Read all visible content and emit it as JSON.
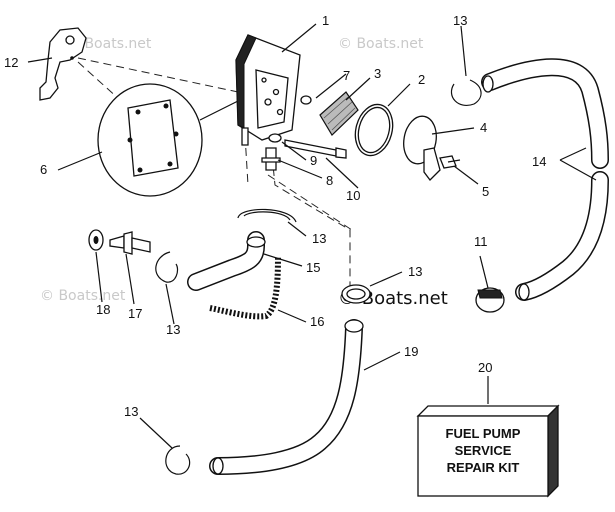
{
  "watermarks": {
    "top_left": "© Boats.net",
    "top_right": "© Boats.net",
    "mid_left": "© Boats.net",
    "center": "© Boats.net"
  },
  "callouts": {
    "p1": "1",
    "p2": "2",
    "p3": "3",
    "p4": "4",
    "p5": "5",
    "p6": "6",
    "p7": "7",
    "p8": "8",
    "p9": "9",
    "p10": "10",
    "p11": "11",
    "p12": "12",
    "p13a": "13",
    "p13b": "13",
    "p13c": "13",
    "p13d": "13",
    "p13e": "13",
    "p14": "14",
    "p15": "15",
    "p16": "16",
    "p17": "17",
    "p18": "18",
    "p19": "19",
    "p20": "20"
  },
  "kit_box": {
    "line1": "FUEL PUMP",
    "line2": "SERVICE",
    "line3": "REPAIR KIT"
  }
}
